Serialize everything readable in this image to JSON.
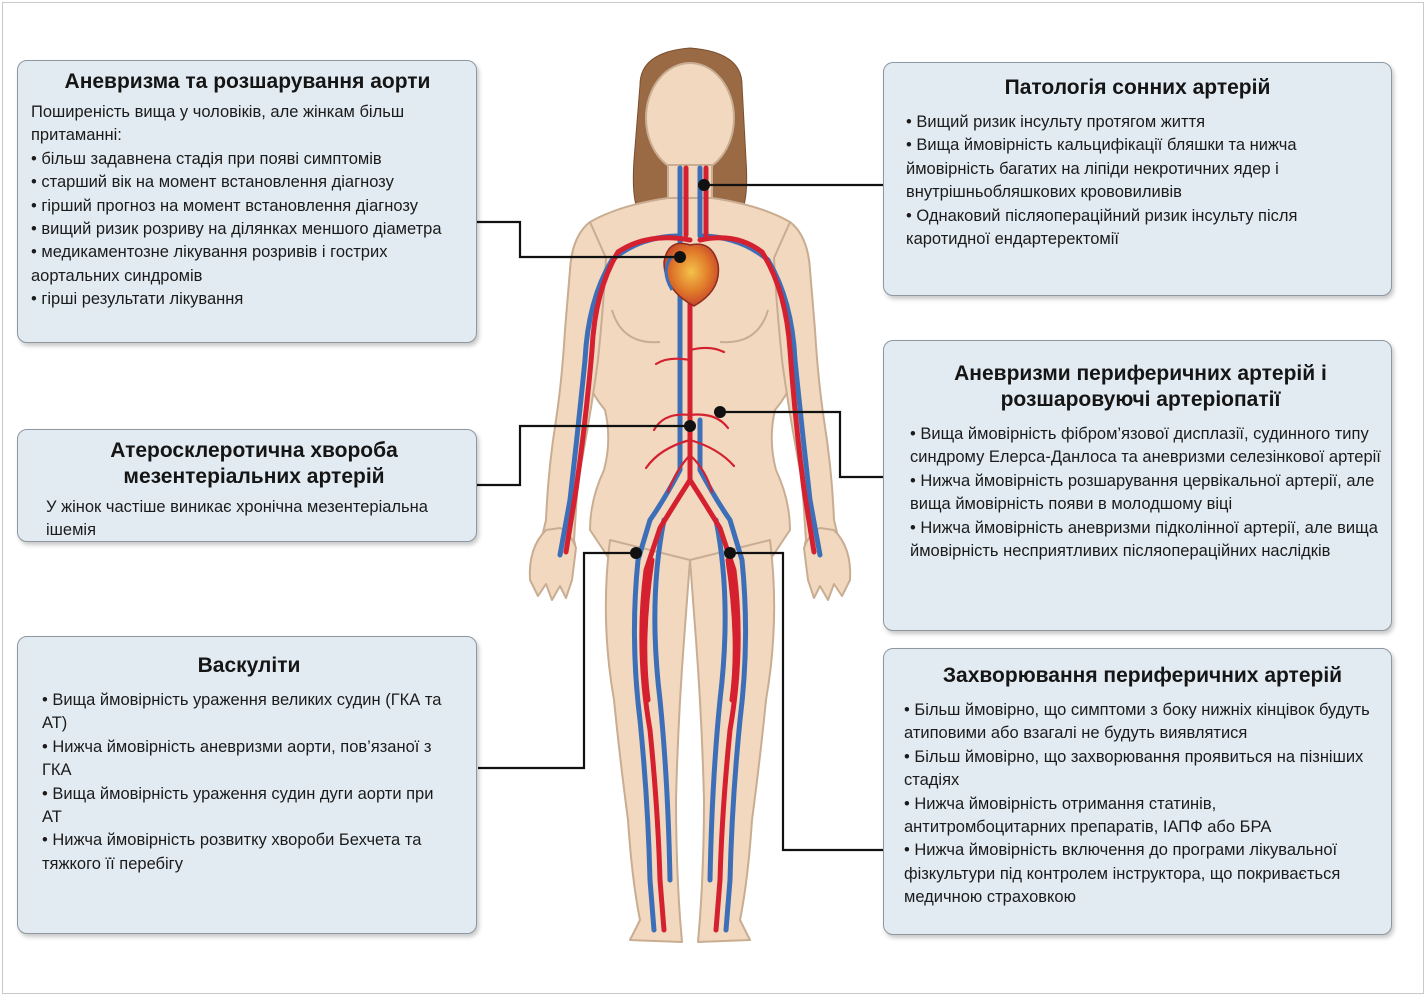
{
  "boxes": {
    "aorta": {
      "title": "Аневризма та розшарування аорти",
      "intro": "Поширеність вища у чоловіків, але жінкам більш притаманні:",
      "items": [
        "• більш задавнена стадія при появі симптомів",
        "• старший вік на момент встановлення діагнозу",
        "• гірший прогноз на момент встановлення діагнозу",
        "• вищий ризик розриву на ділянках меншого діаметра",
        "• медикаментозне лікування розривів і гострих аортальних синдромів",
        "• гірші результати лікування"
      ]
    },
    "mesenteric": {
      "title": "Атеросклеротична хвороба мезентеріальних артерій",
      "text": "У жінок частіше виникає хронічна мезентеріальна ішемія"
    },
    "vasculitis": {
      "title": "Васкуліти",
      "items": [
        "• Вища ймовірність ураження великих судин (ГКА та АТ)",
        "• Нижча ймовірність аневризми аорти, пов’язаної з ГКА",
        "• Вища ймовірність ураження судин дуги аорти при АТ",
        "• Нижча ймовірність розвитку хвороби Бехчета та тяжкого її перебігу"
      ]
    },
    "carotid": {
      "title": "Патологія сонних артерій",
      "items": [
        "• Вищий ризик інсульту протягом  життя",
        "• Вища ймовірність кальцифікації бляшки та нижча ймовірність багатих на ліпіди некротичних ядер і внутрішньобляшкових крововиливів",
        "• Однаковий післяопераційний ризик інсульту після каротидної ендартеректомії"
      ]
    },
    "peripheral_aneurysm": {
      "title": "Аневризми периферичних артерій і розшаровуючі артеріопатії",
      "items": [
        "•  Вища ймовірність фібром’язової дисплазії, судинного типу синдрому Елерса-Данлоса та аневризми селезінкової артерії",
        "•  Нижча ймовірність розшарування цервікальної артерії, але вища ймовірність появи в молодшому віці",
        "•  Нижча ймовірність аневризми підколінної артерії, але вища ймовірність несприятливих післяопераційних наслідків"
      ]
    },
    "pad": {
      "title": "Захворювання периферичних артерій",
      "items": [
        "•  Більш ймовірно, що симптоми з боку нижніх кінцівок будуть атиповими або взагалі не будуть виявлятися",
        "•  Більш ймовірно, що захворювання проявиться на пізніших стадіях",
        "•  Нижча ймовірність отримання статинів, антитромбоцитарних препаратів, ІАПФ або БРА",
        "•  Нижча ймовірність включення до програми лікувальної фізкультури під контролем інструктора, що покривається медичною страховкою"
      ]
    }
  },
  "colors": {
    "box_fill": "#e2ebf2",
    "box_border": "#8d98a2",
    "skin": "#f1d8be",
    "hair": "#9a6a45",
    "artery": "#d4202f",
    "vein": "#3d6fb8",
    "connector": "#111111"
  }
}
